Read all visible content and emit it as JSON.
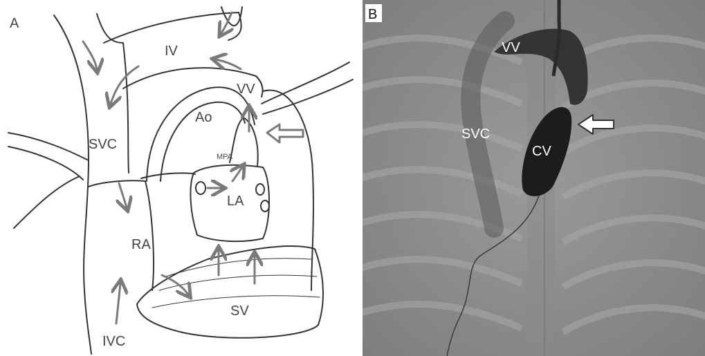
{
  "panel_a": {
    "letter": "A",
    "labels": {
      "iv": "IV",
      "vv": "VV",
      "ao": "Ao",
      "svc": "SVC",
      "mpa": "MPA",
      "la": "LA",
      "ra": "RA",
      "sv": "SV",
      "ivc": "IVC"
    }
  },
  "panel_b": {
    "letter": "B",
    "labels": {
      "vv": "VV",
      "svc": "SVC",
      "cv": "CV"
    }
  },
  "colors": {
    "sketch_line": "#333333",
    "arrow": "#7a7a7a",
    "xray_background": "#8e8e8e",
    "contrast": "#1c1c1c"
  }
}
